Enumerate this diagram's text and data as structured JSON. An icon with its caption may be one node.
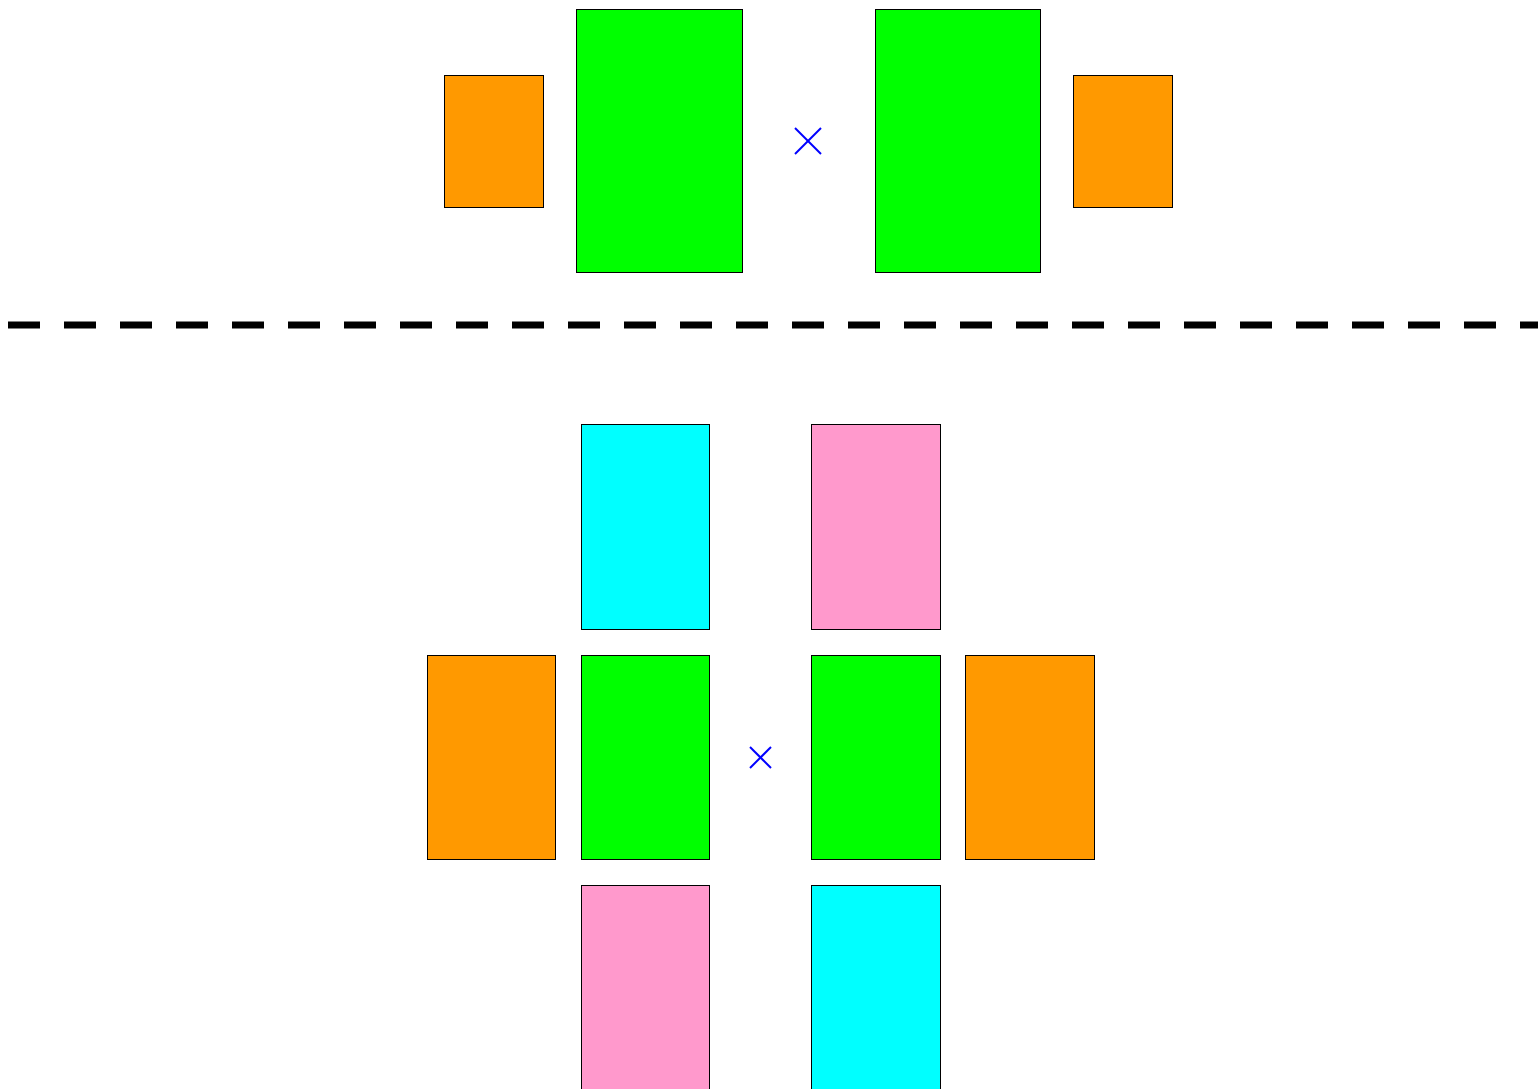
{
  "diagram": {
    "nodes": [
      {
        "text": [],
        "shape": "box"
      },
      {
        "text": [],
        "shape": "box"
      },
      {
        "text": [],
        "shape": "box"
      },
      {
        "text": [],
        "shape": "box"
      },
      {
        "text": [],
        "shape": "box"
      },
      {
        "text": [],
        "shape": "box"
      },
      {
        "text": [],
        "shape": "box"
      },
      {
        "text": [],
        "shape": "box"
      },
      {
        "text": [],
        "shape": "box"
      },
      {
        "text": [],
        "shape": "box"
      },
      {
        "text": [],
        "shape": "box"
      },
      {
        "text": [],
        "shape": "box"
      }
    ]
  }
}
